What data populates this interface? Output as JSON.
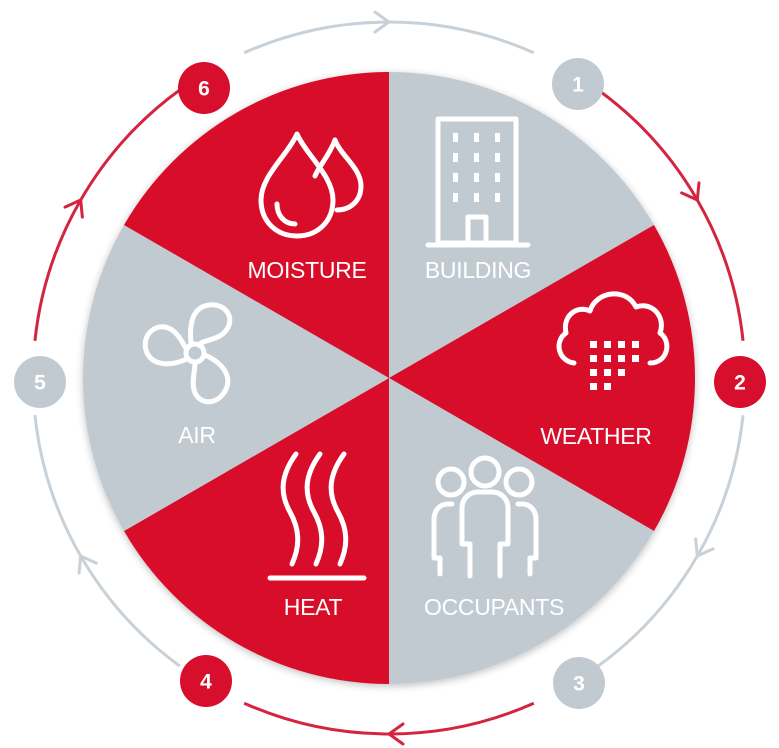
{
  "colors": {
    "red": "#D70F2C",
    "grey": "#C2CAD1",
    "ring_red": "#D4243F",
    "ring_grey": "#C9D1D8",
    "white": "#FFFFFF"
  },
  "segments": [
    {
      "label": "BUILDING",
      "icon": "building-icon",
      "color": "grey"
    },
    {
      "label": "WEATHER",
      "icon": "rain-cloud-icon",
      "color": "red"
    },
    {
      "label": "OCCUPANTS",
      "icon": "people-icon",
      "color": "grey"
    },
    {
      "label": "HEAT",
      "icon": "heat-waves-icon",
      "color": "red"
    },
    {
      "label": "AIR",
      "icon": "fan-icon",
      "color": "grey"
    },
    {
      "label": "MOISTURE",
      "icon": "water-drops-icon",
      "color": "red"
    }
  ],
  "badges": [
    {
      "number": "1",
      "color": "grey"
    },
    {
      "number": "2",
      "color": "red"
    },
    {
      "number": "3",
      "color": "grey"
    },
    {
      "number": "4",
      "color": "red"
    },
    {
      "number": "5",
      "color": "grey"
    },
    {
      "number": "6",
      "color": "red"
    }
  ]
}
